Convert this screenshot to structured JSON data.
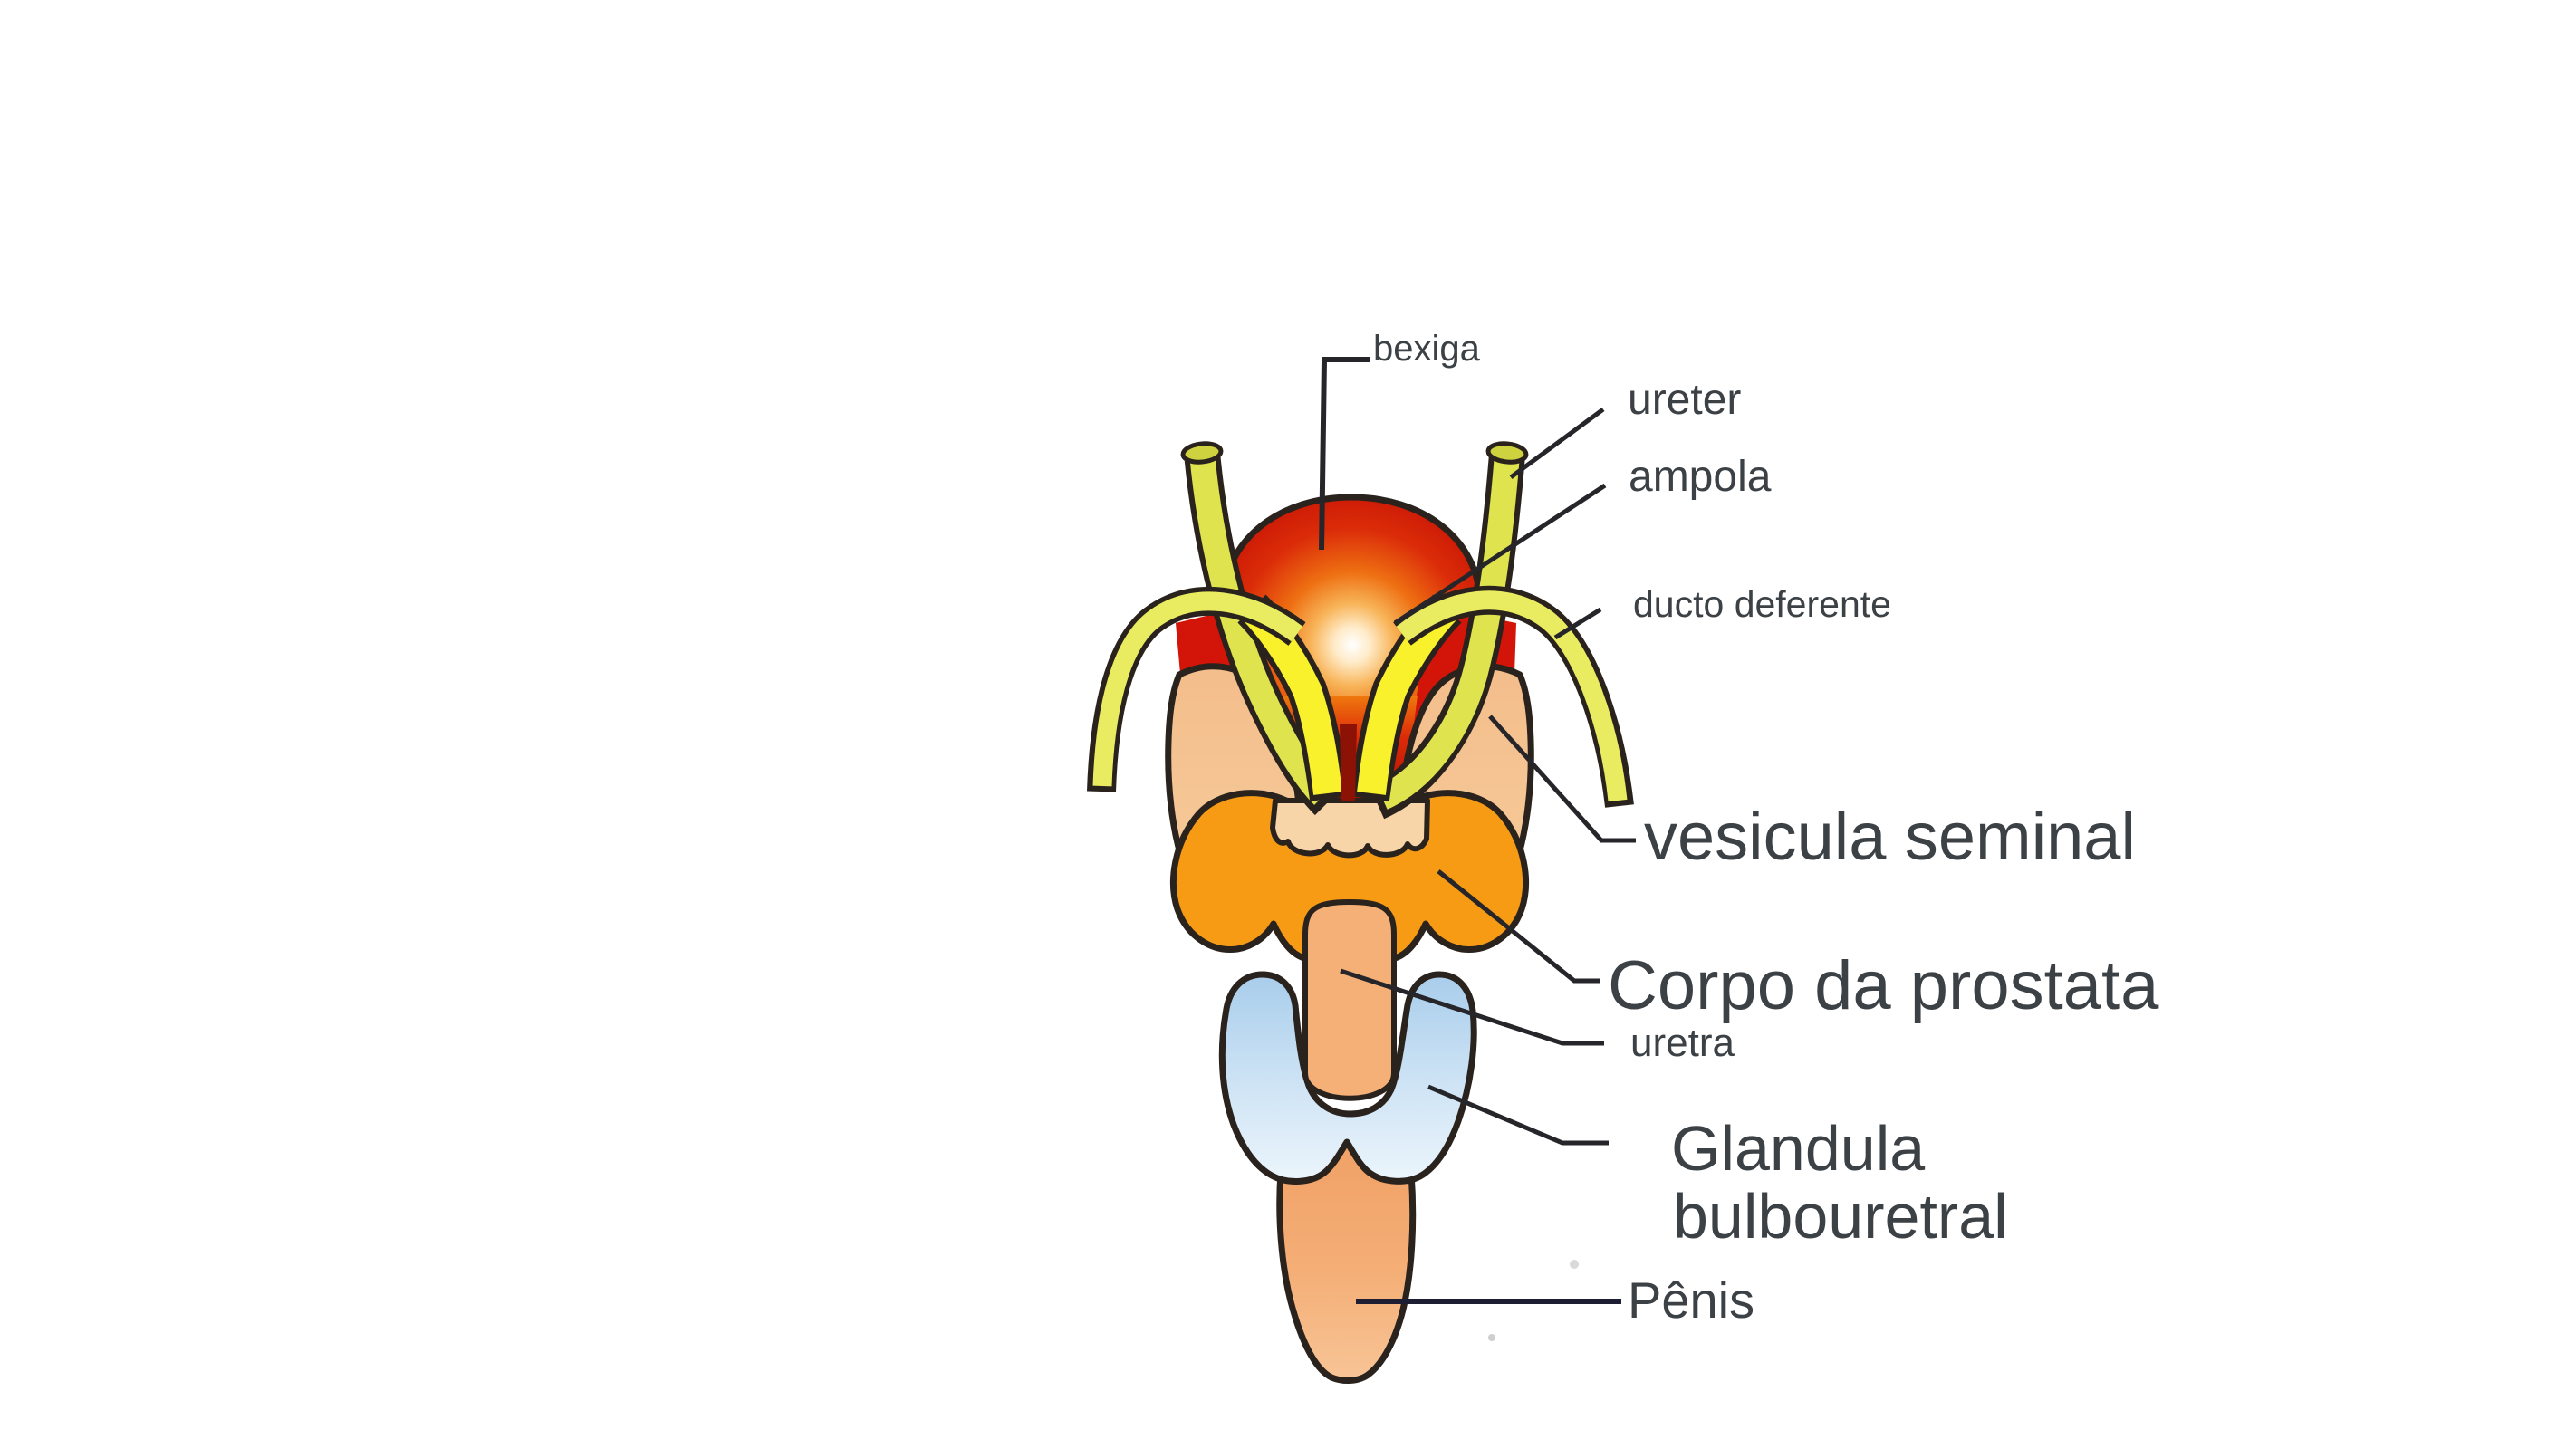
{
  "diagram": {
    "description": "Labeled anatomical diagram of the male reproductive system (Portuguese)",
    "labels": {
      "bexiga": "bexiga",
      "ureter": "ureter",
      "ampola": "ampola",
      "ducto_deferente": "ducto deferente",
      "vesicula_seminal": "vesicula seminal",
      "corpo_da_prostata": "Corpo da prostata",
      "uretra": "uretra",
      "glandula_line1": "Glandula",
      "glandula_line2": "bulbouretral",
      "penis": "Pênis"
    },
    "colors": {
      "background": "#ffffff",
      "outline": "#2a231d",
      "label_text": "#3c4146",
      "leader_line": "#26262a",
      "bladder_dark_red": "#c31105",
      "bladder_orange": "#ee6f12",
      "bladder_highlight": "#ffffff",
      "ureter_tube_yellow_green": "#dfe44e",
      "ampulla_bright_yellow": "#f8f12c",
      "deferent_duct_yellow": "#e9ec60",
      "seminal_vesicle_peach": "#f5c392",
      "prostate_orange": "#f79b15",
      "urethra_salmon": "#f5b078",
      "bulbourethral_blue": "#aacfec",
      "penis_salmon": "#f3a86e"
    }
  }
}
